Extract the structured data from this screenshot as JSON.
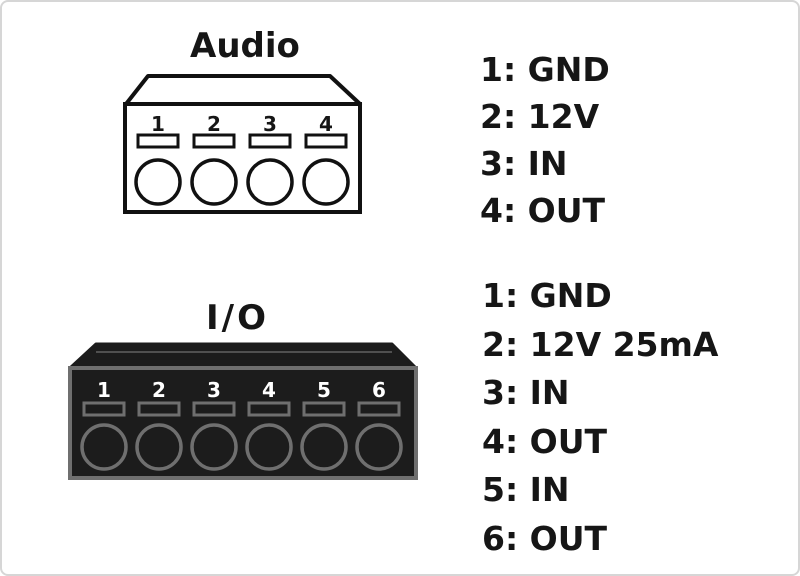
{
  "audio": {
    "title": "Audio",
    "pin_numbers": [
      "1",
      "2",
      "3",
      "4"
    ],
    "pins": [
      "1: GND",
      "2: 12V",
      "3: IN",
      "4: OUT"
    ]
  },
  "io": {
    "title": "I/O",
    "pin_numbers": [
      "1",
      "2",
      "3",
      "4",
      "5",
      "6"
    ],
    "pins": [
      "1: GND",
      "2: 12V 25mA",
      "3: IN",
      "4: OUT",
      "5: IN",
      "6: OUT"
    ]
  },
  "colors": {
    "text": "#161616",
    "audio_body": "#ffffff",
    "audio_outline": "#111111",
    "io_body": "#1c1c1c",
    "io_outline": "#6f6f6f",
    "io_number": "#ffffff"
  }
}
